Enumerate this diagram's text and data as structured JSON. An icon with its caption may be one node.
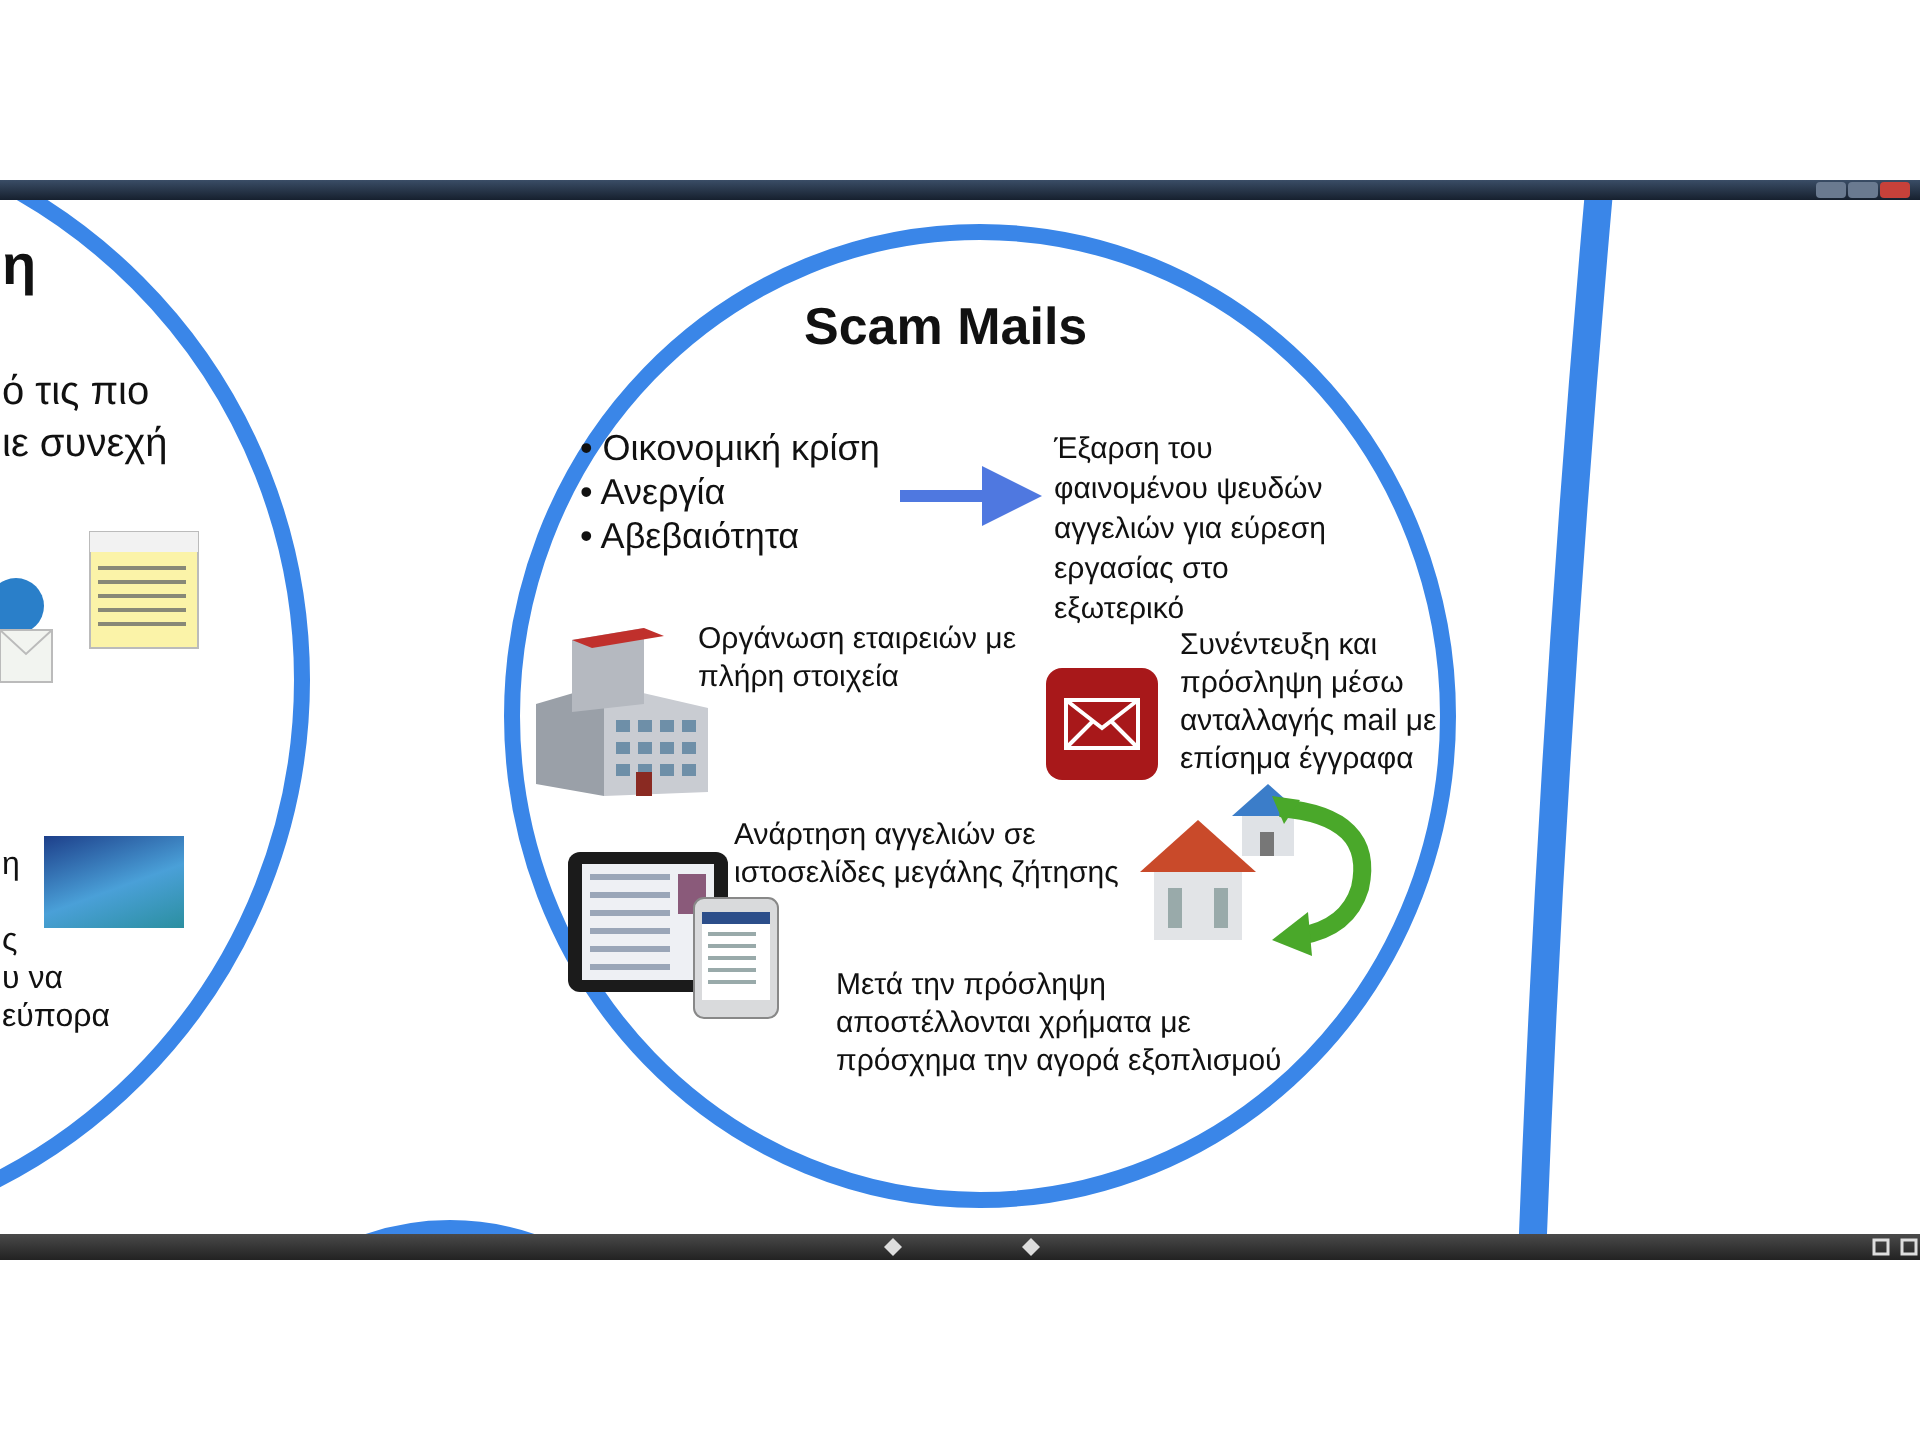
{
  "diagram": {
    "nodes": [
      {
        "text": [
          "η",
          "ό τις πιο ιε συνεχή",
          "η ς υ να εύπορα"
        ]
      },
      {
        "text": [
          "Scam Mails"
        ]
      },
      {
        "text": [
          "• Οικονομική κρίση",
          "• Ανεργία",
          "• Αβεβαιότητα"
        ],
        "in": 1
      },
      {
        "text": [
          "Έξαρση του φαινομένου ψευδών αγγελιών για εύρεση εργασίας στο εξωτερικό"
        ],
        "in": 1
      },
      {
        "text": [],
        "shape": "circle"
      },
      {
        "text": [],
        "shape": "circle"
      }
    ],
    "edges": [
      {
        "from": 2,
        "to": 3,
        "arrow": "to"
      }
    ],
    "labels": [
      "Οργάνωση εταιρειών με πλήρη στοιχεία",
      "Συνέντευξη και πρόσληψη μέσω ανταλλαγής mail με επίσημα έγγραφα",
      "Ανάρτηση αγγελιών σε ιστοσελίδες μεγάλης ζήτησης",
      "Μετά την πρόσληψη αποστέλλονται χρήματα με πρόσχημα την αγορά εξοπλισμού"
    ]
  }
}
